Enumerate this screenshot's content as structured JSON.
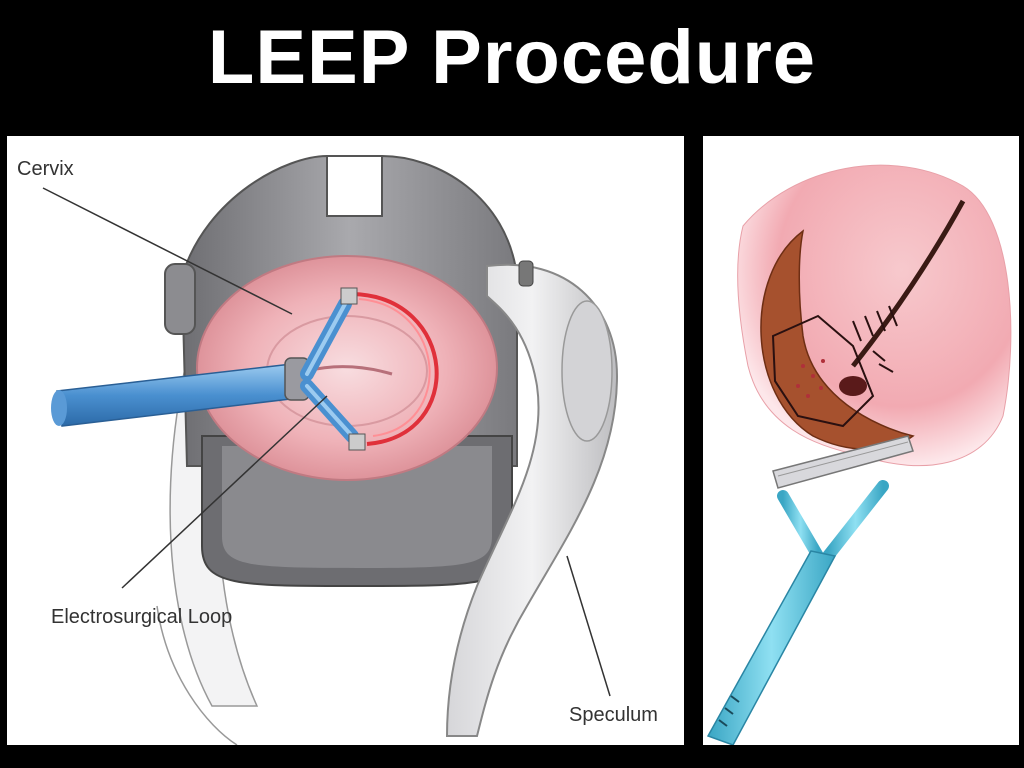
{
  "slide": {
    "title": "LEEP Procedure"
  },
  "left_figure": {
    "labels": {
      "cervix": "Cervix",
      "loop": "Electrosurgical Loop",
      "speculum": "Speculum"
    }
  },
  "colors": {
    "background": "#000000",
    "panel": "#ffffff",
    "tissue_pink": "#f2b7bd",
    "loop_red": "#e0303a",
    "instrument_blue": "#4a90d0",
    "speculum_gray": "#b9b9bc"
  }
}
